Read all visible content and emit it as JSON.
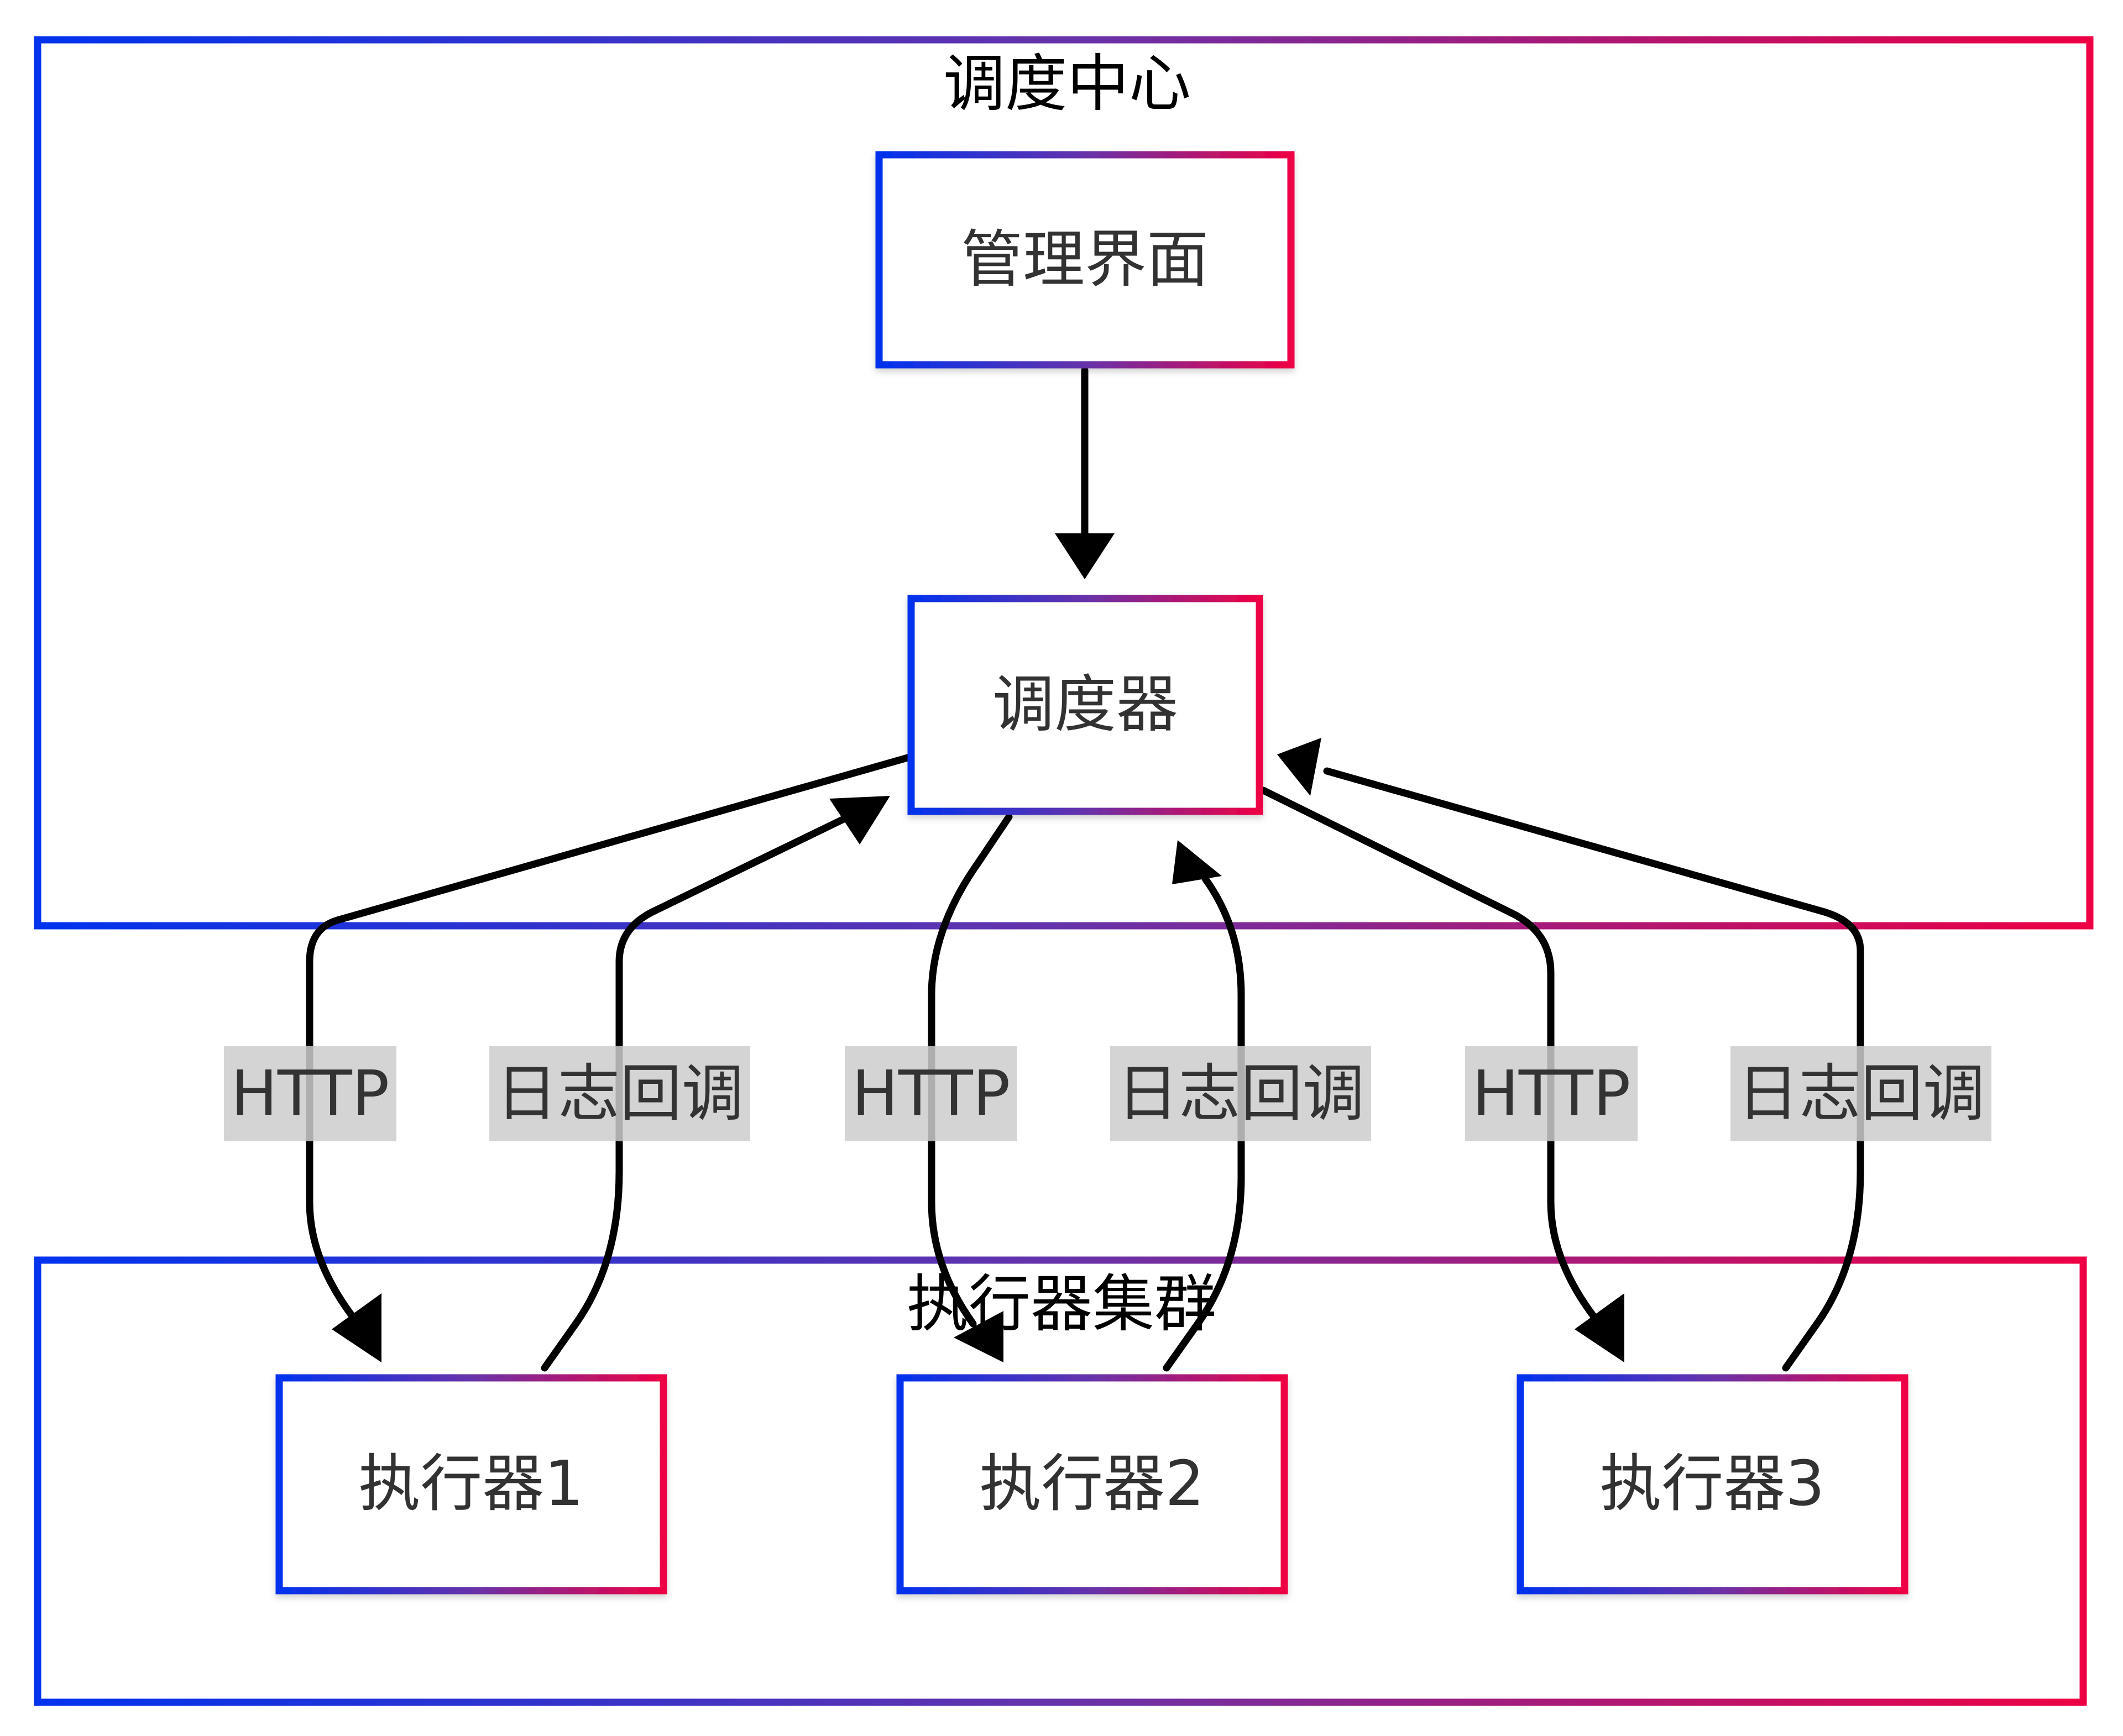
{
  "colors": {
    "gradient_start": "#0033ee",
    "gradient_mid": "#6633aa",
    "gradient_end": "#ee0044",
    "edge": "#000000",
    "label_bg": "#cccccc",
    "text": "#333333"
  },
  "clusters": {
    "scheduling_center": {
      "title": "调度中心"
    },
    "executor_cluster": {
      "title": "执行器集群"
    }
  },
  "nodes": {
    "admin_ui": {
      "label": "管理界面"
    },
    "scheduler": {
      "label": "调度器"
    },
    "executor1": {
      "label": "执行器1"
    },
    "executor2": {
      "label": "执行器2"
    },
    "executor3": {
      "label": "执行器3"
    }
  },
  "edges": [
    {
      "id": "admin-to-scheduler",
      "from": "管理界面",
      "to": "调度器",
      "label": ""
    },
    {
      "id": "http-1",
      "from": "调度器",
      "to": "执行器1",
      "label": "HTTP"
    },
    {
      "id": "log-1",
      "from": "执行器1",
      "to": "调度器",
      "label": "日志回调"
    },
    {
      "id": "http-2",
      "from": "调度器",
      "to": "执行器2",
      "label": "HTTP"
    },
    {
      "id": "log-2",
      "from": "执行器2",
      "to": "调度器",
      "label": "日志回调"
    },
    {
      "id": "http-3",
      "from": "调度器",
      "to": "执行器3",
      "label": "HTTP"
    },
    {
      "id": "log-3",
      "from": "执行器3",
      "to": "调度器",
      "label": "日志回调"
    }
  ]
}
